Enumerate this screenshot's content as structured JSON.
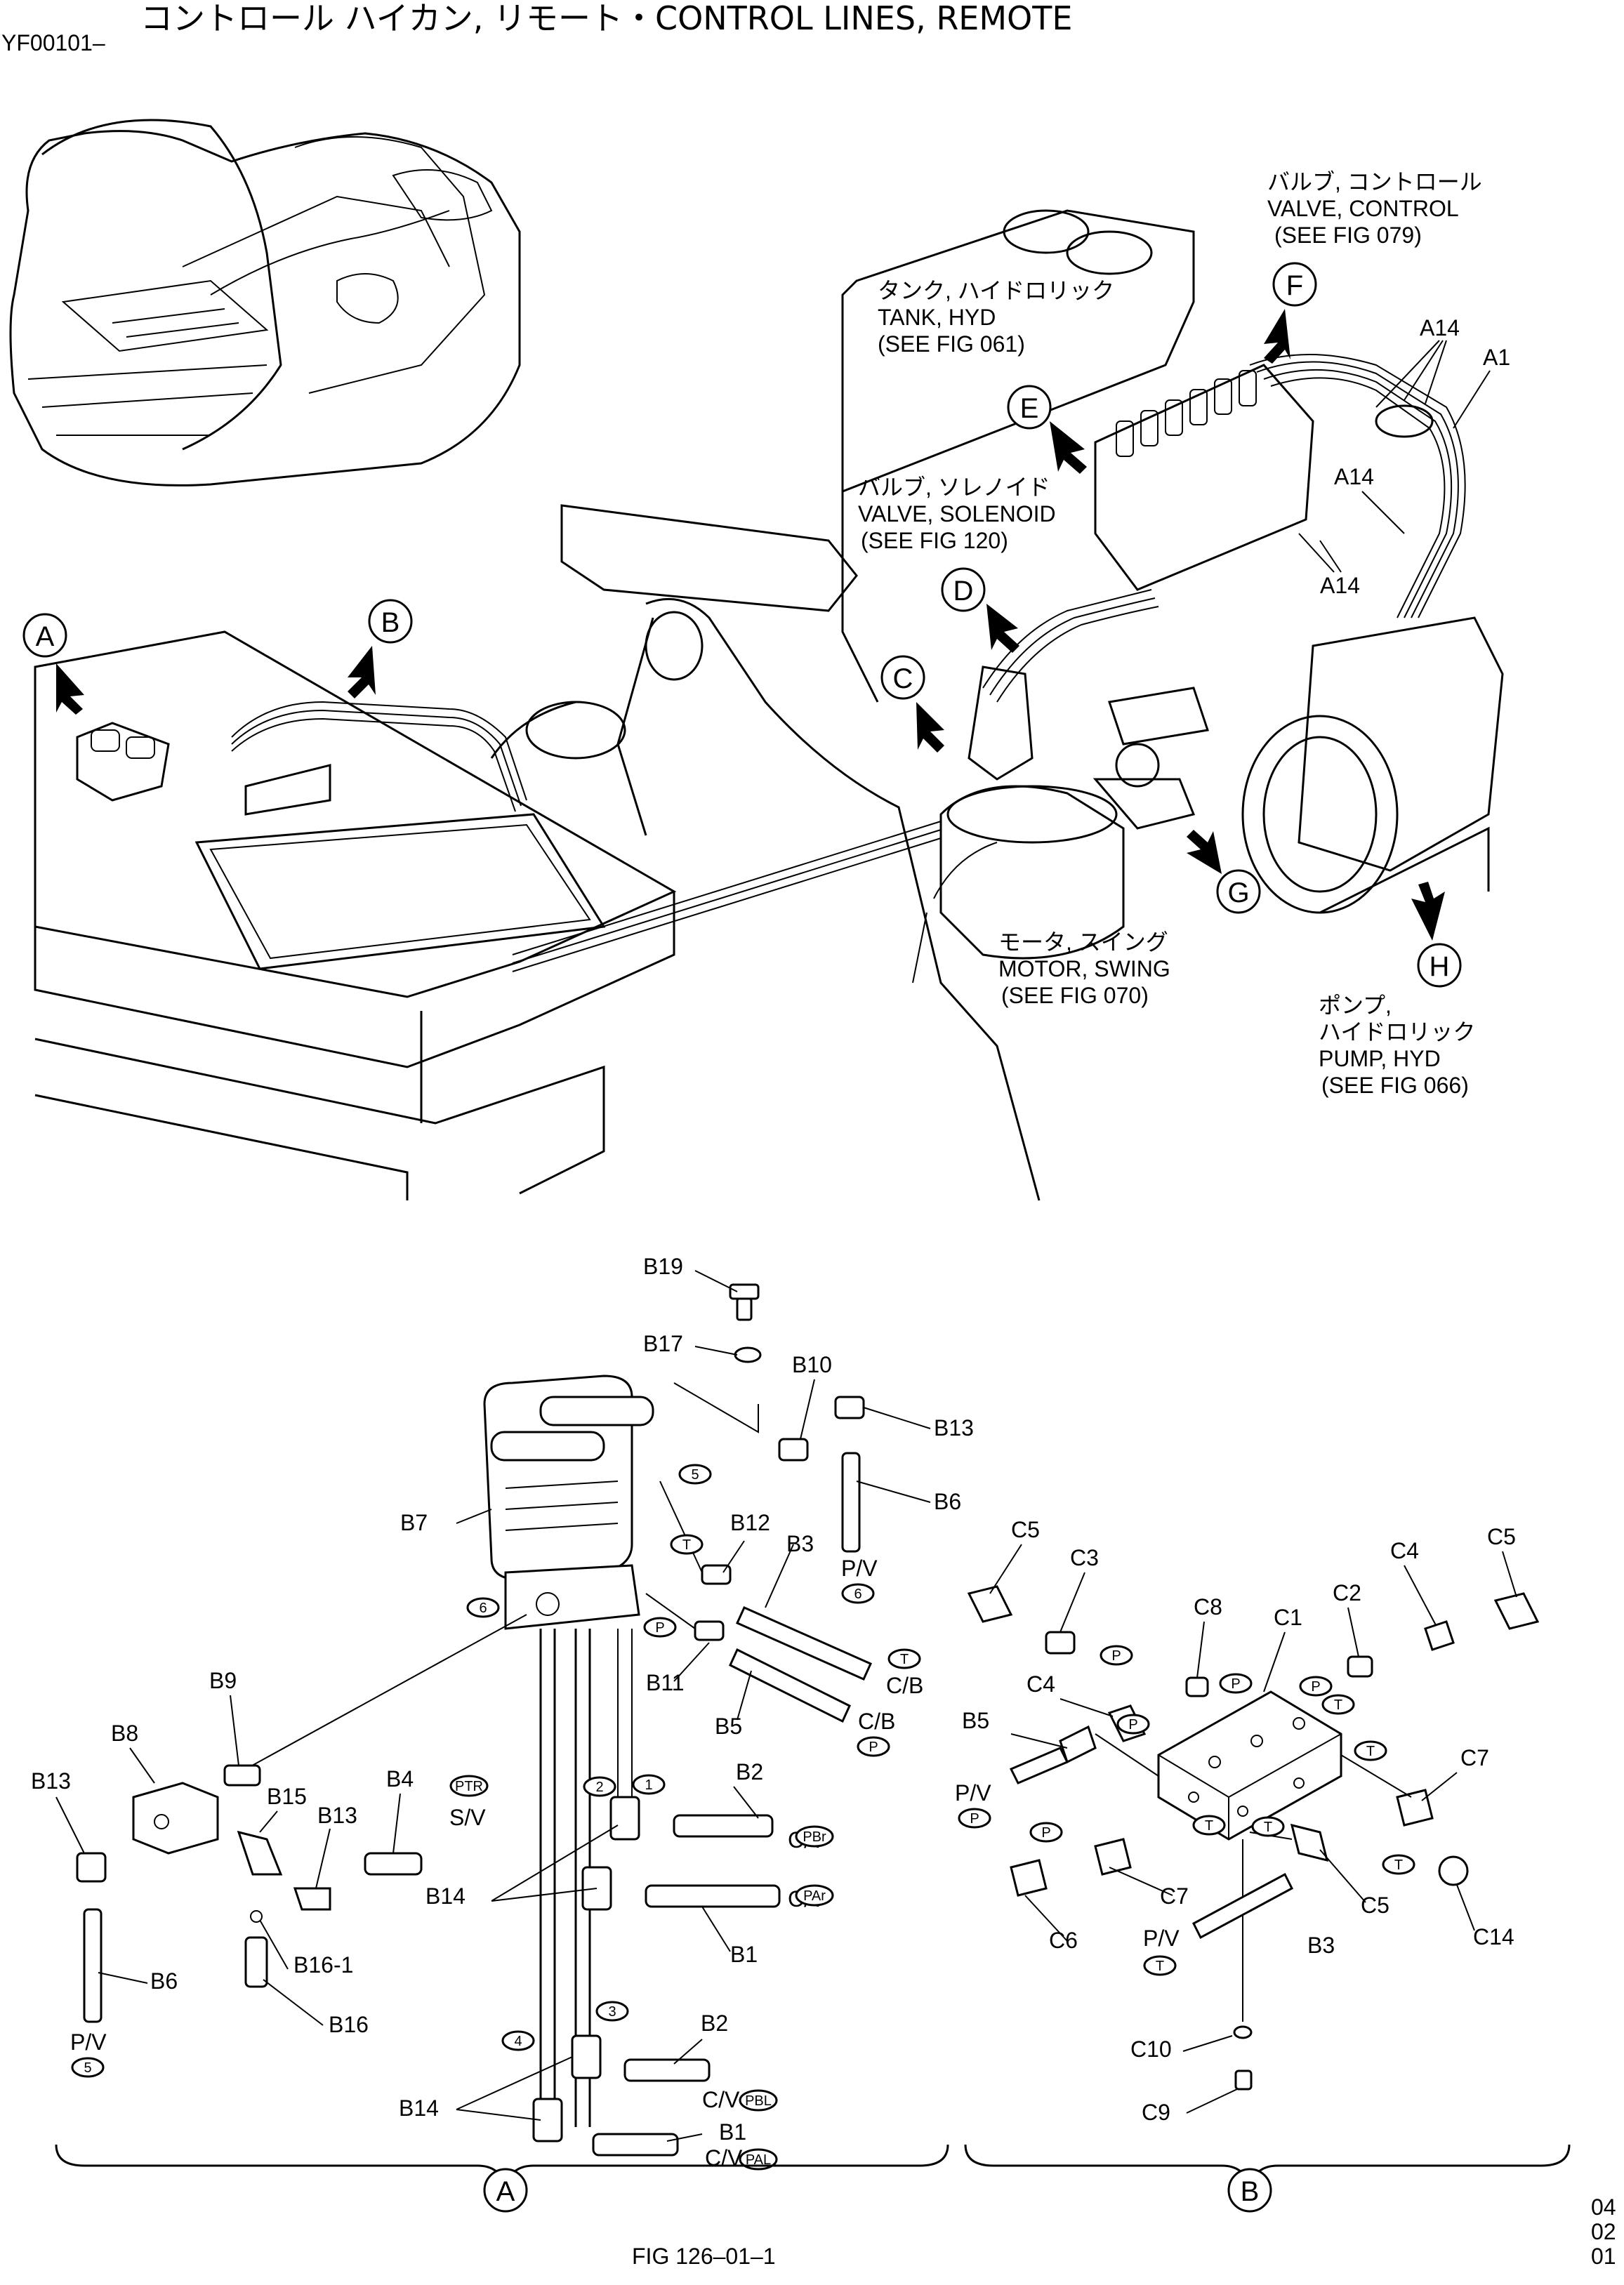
{
  "header": {
    "title": "コントロール ハイカン, リモート・CONTROL LINES, REMOTE",
    "code": "YF00101–"
  },
  "references": {
    "valve_control": [
      "バルブ, コントロール",
      "VALVE, CONTROL",
      "(SEE FIG 079)"
    ],
    "tank_hyd": [
      "タンク, ハイドロリック",
      "TANK, HYD",
      "(SEE FIG 061)"
    ],
    "valve_solenoid": [
      "バルブ, ソレノイド",
      "VALVE, SOLENOID",
      "(SEE FIG 120)"
    ],
    "motor_swing": [
      "モータ, スイング",
      "MOTOR, SWING",
      "(SEE FIG 070)"
    ],
    "pump_hyd": [
      "ポンプ,",
      "ハイドロリック",
      "PUMP, HYD",
      "(SEE FIG 066)"
    ]
  },
  "view_callouts": [
    "A",
    "B",
    "C",
    "D",
    "E",
    "F",
    "G",
    "H"
  ],
  "upper_parts": [
    "A14",
    "A1",
    "A14",
    "A14"
  ],
  "assy_a": {
    "parts": [
      "B19",
      "B17",
      "B10",
      "B13",
      "B6",
      "B7",
      "B12",
      "B3",
      "T",
      "P",
      "B11",
      "C/B",
      "C/B",
      "B5",
      "B9",
      "B8",
      "B13",
      "B15",
      "B13",
      "B4",
      "S/V",
      "B16-1",
      "B16",
      "B6",
      "P/V",
      "B14",
      "B2",
      "C/V",
      "B1",
      "C/V",
      "B2",
      "C/V",
      "B14",
      "B1",
      "C/V",
      "P/V"
    ],
    "port_symbols": [
      "5",
      "6",
      "T",
      "P",
      "T",
      "P",
      "PTR",
      "1",
      "2",
      "PBr",
      "PAr",
      "3",
      "4",
      "PBL",
      "PAL",
      "5",
      "6"
    ]
  },
  "assy_b": {
    "parts": [
      "C5",
      "C3",
      "C8",
      "C1",
      "C2",
      "C4",
      "C5",
      "C4",
      "B5",
      "P/V",
      "C7",
      "C5",
      "C7",
      "C6",
      "B3",
      "P/V",
      "C14",
      "C10",
      "C9"
    ],
    "port_symbols": [
      "P",
      "P",
      "P",
      "T",
      "T",
      "P",
      "T",
      "T",
      "T",
      "P",
      "P",
      "T"
    ]
  },
  "footer": {
    "figure": "FIG 126–01–1",
    "rev_lines": [
      "04",
      "02",
      "01"
    ],
    "bracket_a": "A",
    "bracket_b": "B"
  }
}
